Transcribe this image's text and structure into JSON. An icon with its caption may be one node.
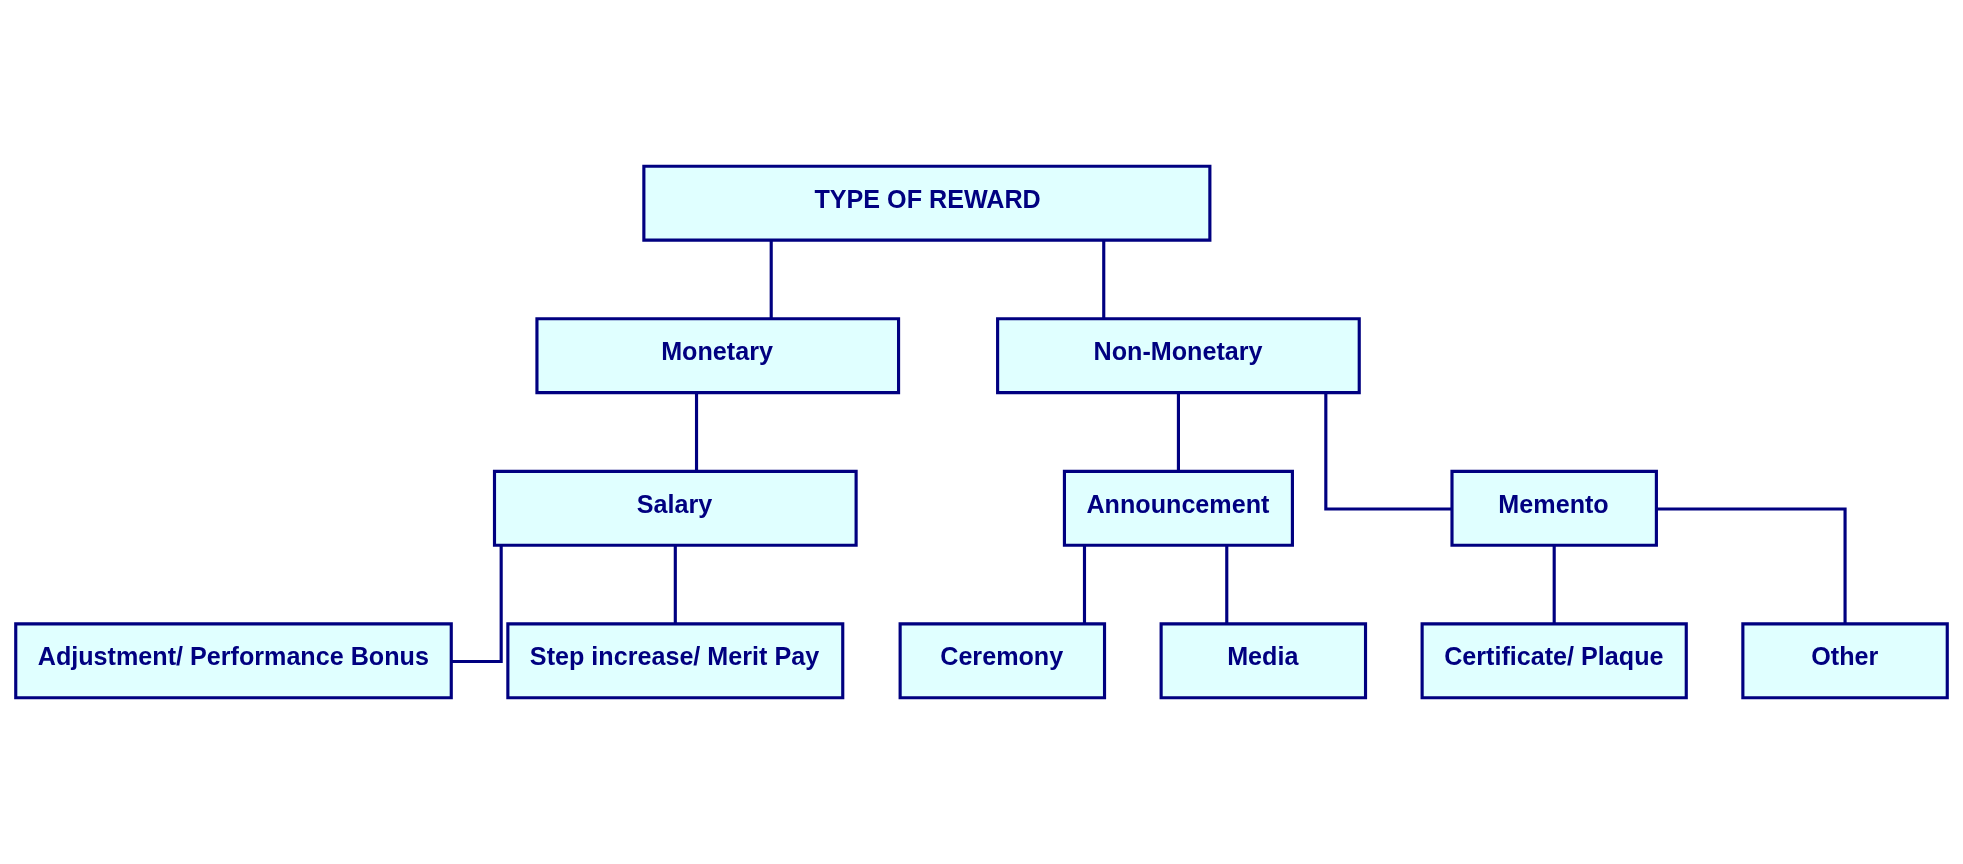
{
  "diagram": {
    "nodes": [
      {
        "text": [
          "TYPE OF REWARD"
        ]
      },
      {
        "text": [
          "Monetary"
        ]
      },
      {
        "text": [
          "Non-Monetary"
        ]
      },
      {
        "text": [
          "Salary"
        ]
      },
      {
        "text": [
          "Adjustment/ Performance Bonus"
        ]
      },
      {
        "text": [
          "Step increase/ Merit Pay"
        ]
      },
      {
        "text": [
          "Announcement"
        ]
      },
      {
        "text": [
          "Memento"
        ]
      },
      {
        "text": [
          "Ceremony"
        ]
      },
      {
        "text": [
          "Media"
        ]
      },
      {
        "text": [
          "Certificate/ Plaque"
        ]
      },
      {
        "text": [
          "Other"
        ]
      }
    ],
    "edges": [
      {
        "from": 0,
        "to": 1,
        "arrow": "none"
      },
      {
        "from": 0,
        "to": 2,
        "arrow": "none"
      },
      {
        "from": 1,
        "to": 3,
        "arrow": "none"
      },
      {
        "from": 3,
        "to": 4,
        "arrow": "none"
      },
      {
        "from": 3,
        "to": 5,
        "arrow": "none"
      },
      {
        "from": 2,
        "to": 6,
        "arrow": "none"
      },
      {
        "from": 2,
        "to": 7,
        "arrow": "none"
      },
      {
        "from": 6,
        "to": 8,
        "arrow": "none"
      },
      {
        "from": 6,
        "to": 9,
        "arrow": "none"
      },
      {
        "from": 7,
        "to": 10,
        "arrow": "none"
      },
      {
        "from": 7,
        "to": 11,
        "arrow": "none"
      }
    ]
  }
}
